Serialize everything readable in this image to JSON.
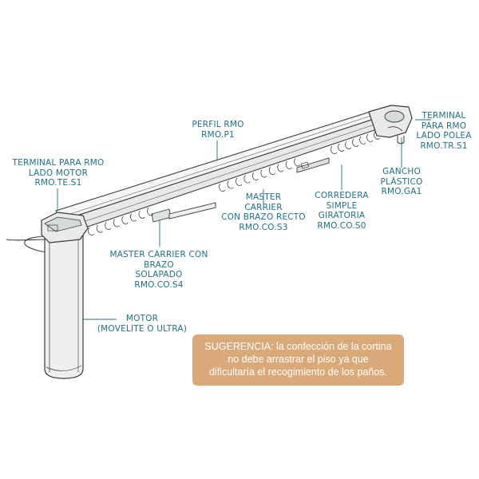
{
  "colors": {
    "label": "#1f6f86",
    "note_background": "#d9a979",
    "note_text": "#ffffff",
    "outline": "#3a3a3a",
    "fill_light": "#eef0f0"
  },
  "labels": {
    "perfil": [
      "PERFIL RMO",
      "RMO.P1"
    ],
    "terminal_polea": [
      "TERMINAL",
      "PARA RMO",
      "LADO POLEA",
      "RMO.TR.S1"
    ],
    "terminal_motor": [
      "TERMINAL PARA RMO",
      "LADO MOTOR",
      "RMO.TE.S1"
    ],
    "gancho": [
      "GANCHO",
      "PLÁSTICO",
      "RMO.GA1"
    ],
    "master_recto": [
      "MASTER",
      "CARRIER",
      "CON BRAZO RECTO",
      "RMO.CO.S3"
    ],
    "corredera": [
      "CORREDERA",
      "SIMPLE",
      "GIRATORIA",
      "RMO.CO.S0"
    ],
    "master_solapado": [
      "MASTER CARRIER CON",
      "BRAZO",
      "SOLAPADO",
      "RMO.CO.S4"
    ],
    "motor": [
      "MOTOR",
      "(MOVELITE O ULTRA)"
    ]
  },
  "note": {
    "lines": [
      "SUGERENCIA: la confección de la cortina",
      "no debe arrastrar el piso ya que",
      "dificultaría el recogimiento de los paños."
    ]
  }
}
